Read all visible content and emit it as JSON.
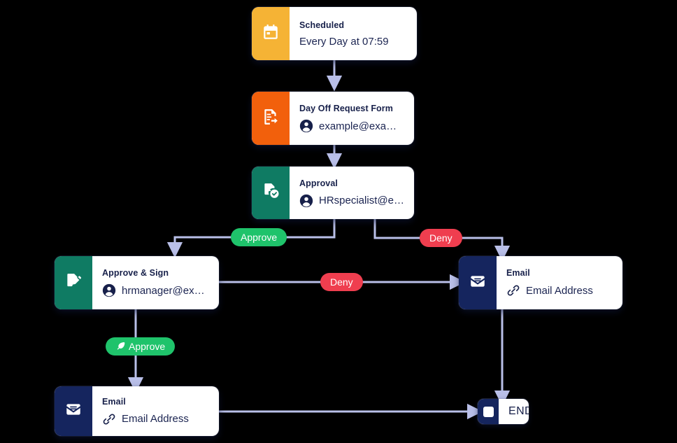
{
  "canvas": {
    "background": "#000000",
    "edge_color": "#b9bfe8"
  },
  "palette": {
    "amber": "#f5b335",
    "orange": "#f2600c",
    "teal": "#0f7b63",
    "navy": "#15255e",
    "approve_green": "#1fc36b",
    "deny_red": "#ef3e4f",
    "text_navy": "#17204a"
  },
  "nodes": [
    {
      "id": "scheduled",
      "title": "Scheduled",
      "subtitle": "Every Day at 07:59",
      "icon": "calendar-icon",
      "sub_icon": "none",
      "accent": "#f5b335"
    },
    {
      "id": "day-off-request-form",
      "title": "Day Off Request Form",
      "subtitle": "example@example.com",
      "icon": "form-submit-icon",
      "sub_icon": "person-icon",
      "accent": "#f2600c"
    },
    {
      "id": "approval",
      "title": "Approval",
      "subtitle": "HRspecialist@exmapl...",
      "icon": "document-check-icon",
      "sub_icon": "person-icon",
      "accent": "#0f7b63"
    },
    {
      "id": "approve-and-sign",
      "title": "Approve & Sign",
      "subtitle": "hrmanager@example....",
      "icon": "document-sign-icon",
      "sub_icon": "person-icon",
      "accent": "#0f7b63"
    },
    {
      "id": "email-right",
      "title": "Email",
      "subtitle": "Email Address",
      "icon": "envelope-icon",
      "sub_icon": "link-icon",
      "accent": "#15255e"
    },
    {
      "id": "email-bottom",
      "title": "Email",
      "subtitle": "Email Address",
      "icon": "envelope-icon",
      "sub_icon": "link-icon",
      "accent": "#15255e"
    }
  ],
  "end_node": {
    "label": "END",
    "icon": "stop-square-icon",
    "accent": "#15255e"
  },
  "edge_labels": [
    {
      "id": "approve-branch",
      "text": "Approve",
      "color": "#1fc36b",
      "icon": "none"
    },
    {
      "id": "deny-branch",
      "text": "Deny",
      "color": "#ef3e4f",
      "icon": "none"
    },
    {
      "id": "deny-sign",
      "text": "Deny",
      "color": "#ef3e4f",
      "icon": "none"
    },
    {
      "id": "approve-sign",
      "text": "Approve",
      "color": "#1fc36b",
      "icon": "pen-nib-icon"
    }
  ]
}
